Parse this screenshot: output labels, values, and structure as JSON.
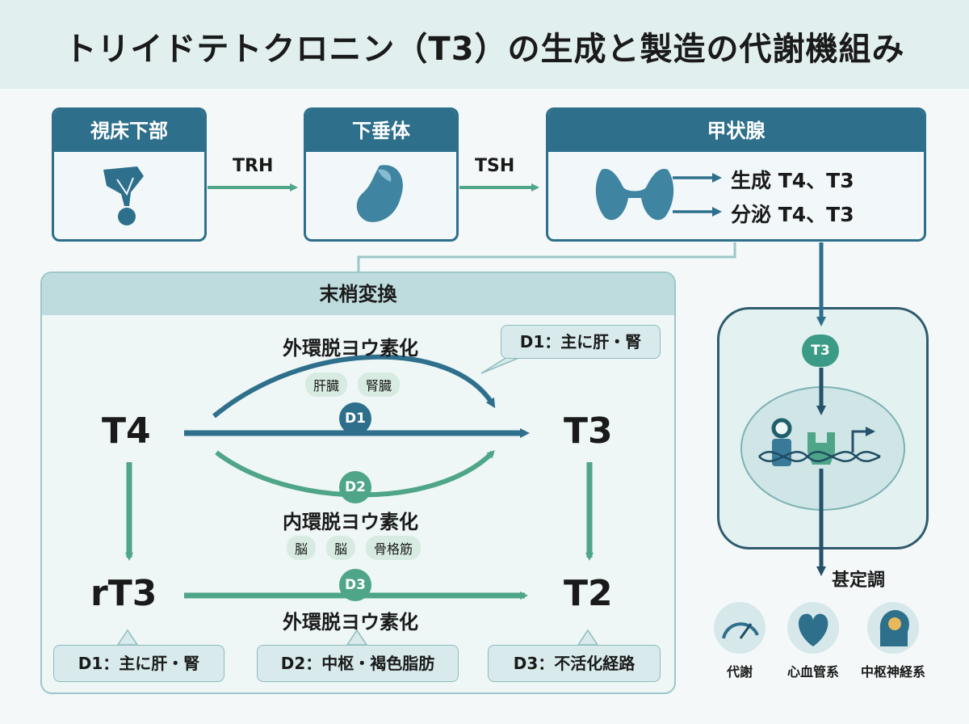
{
  "title": "トリイドテトクロニン（T3）の生成と製造の代謝機組み",
  "organs": {
    "hypothalamus": "視床下部",
    "pituitary": "下垂体",
    "thyroid": "甲状腺"
  },
  "hormones": {
    "trh": "TRH",
    "tsh": "TSH"
  },
  "thyroid_actions": {
    "produce": "生成 T4、T3",
    "secrete": "分泌 T4、T3"
  },
  "peripheral": {
    "header": "末梢変換",
    "t4": "T4",
    "t3": "T3",
    "rt3": "rT3",
    "t2": "T2",
    "outer_deiod_top": "外環脱ヨウ素化",
    "inner_deiod": "内環脱ヨウ素化",
    "outer_deiod_bottom": "外環脱ヨウ素化",
    "d1": "D1",
    "d2": "D2",
    "d3": "D3",
    "pills_top": [
      "肝臓",
      "腎臓"
    ],
    "pills_mid": [
      "脳",
      "脳",
      "骨格筋"
    ],
    "callout_top": "D1：主に肝・腎",
    "callout_d1": "D1：主に肝・腎",
    "callout_d2": "D2：中枢・褐色脂肪",
    "callout_d3": "D3：不活化経路"
  },
  "cell": {
    "t3_badge": "T3",
    "regulation": "甚定調"
  },
  "effects": [
    "代謝",
    "心血管系",
    "中枢神経系"
  ],
  "colors": {
    "blue": "#2e6f8c",
    "green": "#4ea587",
    "dark": "#25516a"
  }
}
